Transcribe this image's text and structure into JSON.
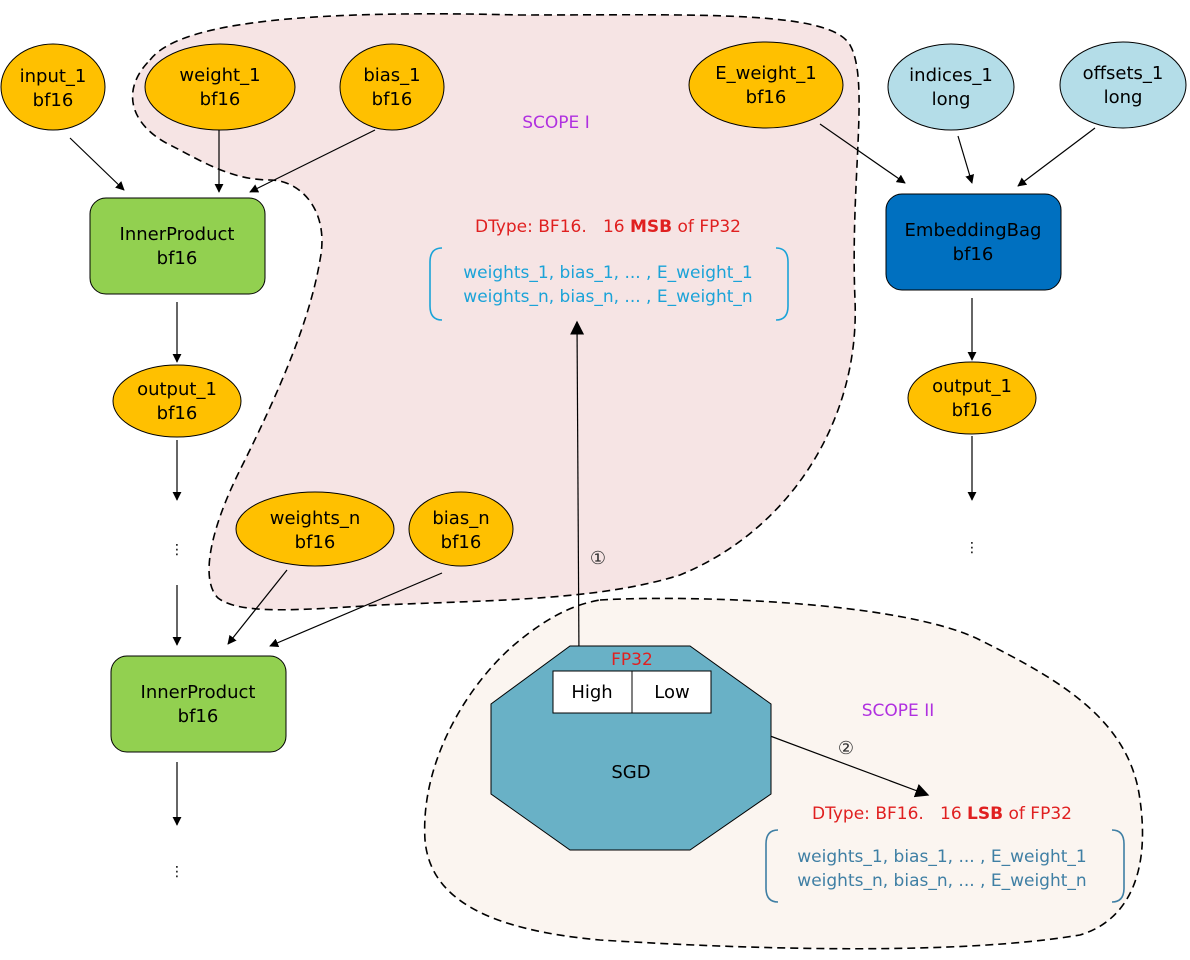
{
  "nodes": {
    "input_1": {
      "name": "input_1",
      "dtype": "bf16"
    },
    "weight_1": {
      "name": "weight_1",
      "dtype": "bf16"
    },
    "bias_1": {
      "name": "bias_1",
      "dtype": "bf16"
    },
    "e_weight_1": {
      "name": "E_weight_1",
      "dtype": "bf16"
    },
    "indices_1": {
      "name": "indices_1",
      "dtype": "long"
    },
    "offsets_1": {
      "name": "offsets_1",
      "dtype": "long"
    },
    "inner_product_1": {
      "name": "InnerProduct",
      "dtype": "bf16"
    },
    "embedding_bag": {
      "name": "EmbeddingBag",
      "dtype": "bf16"
    },
    "output_left": {
      "name": "output_1",
      "dtype": "bf16"
    },
    "output_right": {
      "name": "output_1",
      "dtype": "bf16"
    },
    "weights_n": {
      "name": "weights_n",
      "dtype": "bf16"
    },
    "bias_n": {
      "name": "bias_n",
      "dtype": "bf16"
    },
    "inner_product_2": {
      "name": "InnerProduct",
      "dtype": "bf16"
    },
    "sgd": {
      "name": "SGD"
    }
  },
  "ellipsis": "⋮",
  "scope1": {
    "label": "SCOPE I",
    "dtype_prefix": "DType: BF16.   16 ",
    "dtype_bold": "MSB",
    "dtype_suffix": " of FP32",
    "list_line1": "weights_1, bias_1, ... , E_weight_1",
    "list_line2": "weights_n, bias_n, ... , E_weight_n"
  },
  "scope2": {
    "label": "SCOPE II",
    "dtype_prefix": "DType: BF16.   16 ",
    "dtype_bold": "LSB",
    "dtype_suffix": " of FP32",
    "list_line1": "weights_1, bias_1, ... , E_weight_1",
    "list_line2": "weights_n, bias_n, ... , E_weight_n"
  },
  "fp32": {
    "label": "FP32",
    "high": "High",
    "low": "Low"
  },
  "markers": {
    "one": "①",
    "two": "②"
  },
  "colors": {
    "tensor_fill": "#ffc000",
    "long_fill": "#b4dde8",
    "inner_product_fill": "#92d050",
    "embedding_fill": "#0070c0",
    "sgd_fill": "#69b1c6",
    "scope1_fill": "#f6e4e4",
    "scope2_fill": "#fbf5f0",
    "dtype_text": "#e02020",
    "scope_text": "#b030e0"
  }
}
